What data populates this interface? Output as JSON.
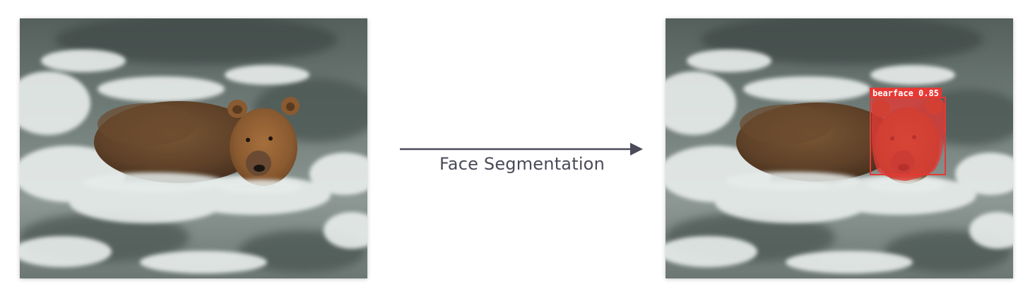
{
  "pipeline": {
    "step_label": "Face Segmentation"
  },
  "input_image": {
    "subject": "brown bear in river rapids"
  },
  "output_image": {
    "detection": {
      "class_name": "bearface",
      "confidence": "0.85",
      "label": "bearface 0.85",
      "color": "#e53935"
    }
  },
  "colors": {
    "arrow": "#4a4b58",
    "caption": "#4a4b58",
    "mask": "#e53935"
  }
}
